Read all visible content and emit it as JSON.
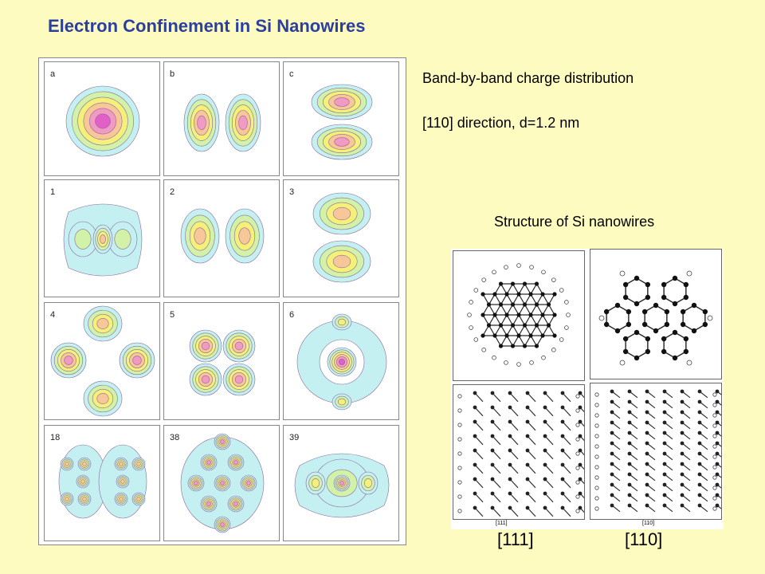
{
  "title": "Electron Confinement in Si Nanowires",
  "subtitle1": "Band-by-band charge distribution",
  "subtitle2": "[110] direction, d=1.2 nm",
  "structure_title": "Structure of Si nanowires",
  "panels": [
    "a",
    "b",
    "c",
    "1",
    "2",
    "3",
    "4",
    "5",
    "6",
    "18",
    "38",
    "39"
  ],
  "structure_small_labels": [
    "[111]",
    "[110]"
  ],
  "direction_labels": [
    "[111]",
    "[110]"
  ],
  "contour_colors": [
    "#c4f0f2",
    "#d2f2a8",
    "#f5f07a",
    "#f7c79a",
    "#f29ac4",
    "#e060c8"
  ]
}
